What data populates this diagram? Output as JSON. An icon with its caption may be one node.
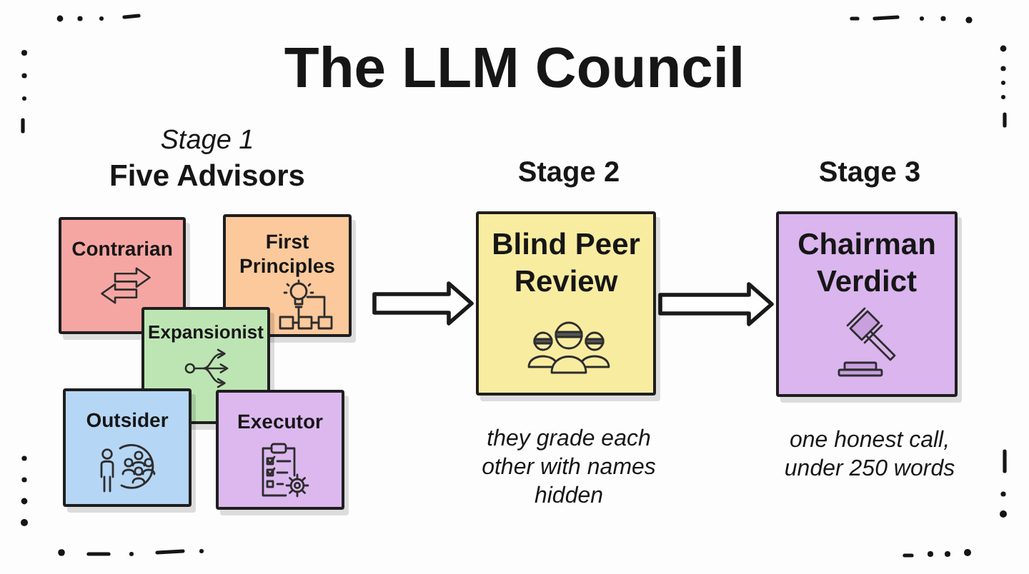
{
  "diagram": {
    "title": "The LLM Council",
    "nodes": [
      {
        "text": [
          "Contrarian"
        ]
      },
      {
        "text": [
          "First Principles"
        ]
      },
      {
        "text": [
          "Expansionist"
        ]
      },
      {
        "text": [
          "Outsider"
        ]
      },
      {
        "text": [
          "Executor"
        ]
      },
      {
        "text": [
          "Stage 2",
          "Blind Peer Review"
        ],
        "beside": [
          "they grade each other with names hidden"
        ]
      },
      {
        "text": [
          "Stage 3",
          "Chairman Verdict"
        ],
        "beside": [
          "one honest call, under 250 words"
        ]
      }
    ],
    "edges": [
      {
        "from": null,
        "to": 5,
        "arrow": "to"
      },
      {
        "from": 5,
        "to": 6,
        "arrow": "to"
      }
    ],
    "labels": [
      "Stage 1",
      "Five Advisors"
    ]
  }
}
